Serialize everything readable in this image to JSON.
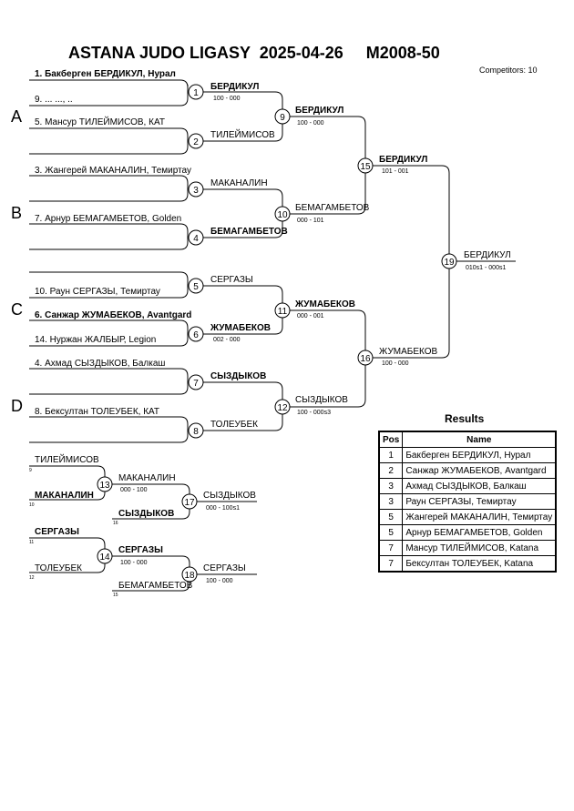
{
  "header": {
    "title": "ASTANA JUDO LIGASY  2025-04-26     M2008-50",
    "competitors": "Competitors: 10"
  },
  "pool_letters": [
    "A",
    "B",
    "C",
    "D"
  ],
  "entries": [
    {
      "text": "1. Бакберген БЕРДИКУЛ, Нурал",
      "bold": true
    },
    {
      "text": "9. ... ..., ..",
      "bold": false
    },
    {
      "text": "5. Мансур ТИЛЕЙМИСОВ, КАТ",
      "bold": false
    },
    {
      "text": "",
      "bold": false
    },
    {
      "text": "3. Жангерей МАКАНАЛИН, Темиртау",
      "bold": false
    },
    {
      "text": "7. Арнур БЕМАГАМБЕТОВ, Golden",
      "bold": false
    },
    {
      "text": "",
      "bold": false
    },
    {
      "text": "10. Раун СЕРГАЗЫ, Темиртау",
      "bold": false
    },
    {
      "text": "6. Санжар ЖУМАБЕКОВ, Avantgard",
      "bold": true
    },
    {
      "text": "14. Нуржан ЖАЛБЫР, Legion",
      "bold": false
    },
    {
      "text": "4. Ахмад СЫЗДЫКОВ, Балкаш",
      "bold": false
    },
    {
      "text": "8. Бексултан ТОЛЕУБЕК, КАТ",
      "bold": false
    }
  ],
  "matches": [
    {
      "num": "1",
      "winner": "БЕРДИКУЛ",
      "score": "100 - 000",
      "bold": true
    },
    {
      "num": "2",
      "winner": "ТИЛЕЙМИСОВ",
      "score": "",
      "bold": false
    },
    {
      "num": "3",
      "winner": "МАКАНАЛИН",
      "score": "",
      "bold": false
    },
    {
      "num": "4",
      "winner": "БЕМАГАМБЕТОВ",
      "score": "",
      "bold": true
    },
    {
      "num": "5",
      "winner": "СЕРГАЗЫ",
      "score": "",
      "bold": false
    },
    {
      "num": "6",
      "winner": "ЖУМАБЕКОВ",
      "score": "002 - 000",
      "bold": true
    },
    {
      "num": "7",
      "winner": "СЫЗДЫКОВ",
      "score": "",
      "bold": true
    },
    {
      "num": "8",
      "winner": "ТОЛЕУБЕК",
      "score": "",
      "bold": false
    },
    {
      "num": "9",
      "winner": "БЕРДИКУЛ",
      "score": "100 - 000",
      "bold": true
    },
    {
      "num": "10",
      "winner": "БЕМАГАМБЕТОВ",
      "score": "000 - 101",
      "bold": false
    },
    {
      "num": "11",
      "winner": "ЖУМАБЕКОВ",
      "score": "000 - 001",
      "bold": true
    },
    {
      "num": "12",
      "winner": "СЫЗДЫКОВ",
      "score": "100 - 000s3",
      "bold": false
    },
    {
      "num": "15",
      "winner": "БЕРДИКУЛ",
      "score": "101 - 001",
      "bold": true
    },
    {
      "num": "16",
      "winner": "ЖУМАБЕКОВ",
      "score": "100 - 000",
      "bold": false
    },
    {
      "num": "19",
      "winner": "БЕРДИКУЛ",
      "score": "010s1 - 000s1",
      "bold": false
    }
  ],
  "repechage": {
    "entries": [
      {
        "name": "ТИЛЕЙМИСОВ",
        "ref": "9",
        "bold": false
      },
      {
        "name": "МАКАНАЛИН",
        "ref": "10",
        "bold": true
      },
      {
        "name": "СЕРГАЗЫ",
        "ref": "11",
        "bold": true
      },
      {
        "name": "ТОЛЕУБЕК",
        "ref": "12",
        "bold": false
      },
      {
        "name": "СЫЗДЫКОВ",
        "ref": "16",
        "bold": true
      },
      {
        "name": "БЕМАГАМБЕТОВ",
        "ref": "15",
        "bold": false
      }
    ],
    "matches": [
      {
        "num": "13",
        "winner": "МАКАНАЛИН",
        "score": "000 - 100",
        "bold": false
      },
      {
        "num": "14",
        "winner": "СЕРГАЗЫ",
        "score": "100 - 000",
        "bold": true
      },
      {
        "num": "17",
        "winner": "СЫЗДЫКОВ",
        "score": "000 - 100s1",
        "bold": false
      },
      {
        "num": "18",
        "winner": "СЕРГАЗЫ",
        "score": "100 - 000",
        "bold": false
      }
    ]
  },
  "results": {
    "title": "Results",
    "headers": [
      "Pos",
      "Name"
    ],
    "rows": [
      {
        "pos": "1",
        "name": "Бакберген БЕРДИКУЛ, Нурал"
      },
      {
        "pos": "2",
        "name": "Санжар ЖУМАБЕКОВ, Avantgard"
      },
      {
        "pos": "3",
        "name": "Ахмад СЫЗДЫКОВ, Балкаш"
      },
      {
        "pos": "3",
        "name": "Раун СЕРГАЗЫ, Темиртау"
      },
      {
        "pos": "5",
        "name": "Жангерей МАКАНАЛИН, Темиртау"
      },
      {
        "pos": "5",
        "name": "Арнур БЕМАГАМБЕТОВ, Golden"
      },
      {
        "pos": "7",
        "name": "Мансур ТИЛЕЙМИСОВ, Katana"
      },
      {
        "pos": "7",
        "name": "Бексултан ТОЛЕУБЕК, Katana"
      }
    ]
  }
}
